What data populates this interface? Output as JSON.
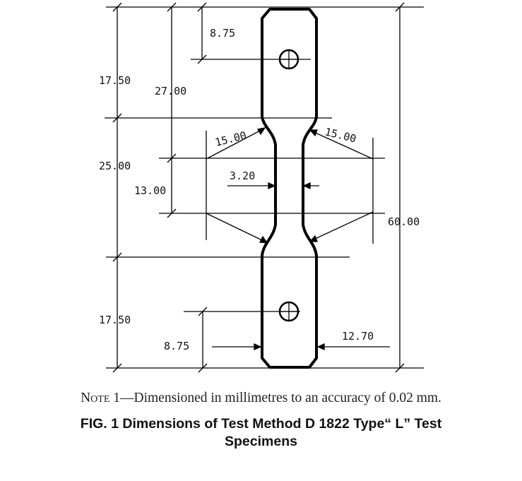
{
  "dimensions": {
    "hole_top_offset": "8.75",
    "top_section_height": "17.50",
    "top_to_gauge_start": "27.00",
    "fillet_radius_left": "15.00",
    "fillet_radius_right": "15.00",
    "center_section_height": "25.00",
    "gauge_width": "3.20",
    "gauge_length": "13.00",
    "overall_length": "60.00",
    "bottom_section_height": "17.50",
    "hole_bottom_offset": "8.75",
    "end_width": "12.70"
  },
  "note": {
    "label": "Note",
    "text": "1—Dimensioned in millimetres to an accuracy of 0.02 mm."
  },
  "caption": {
    "line1": "FIG. 1 Dimensions of Test Method D 1822 Type“ L” Test",
    "line2": "Specimens"
  }
}
